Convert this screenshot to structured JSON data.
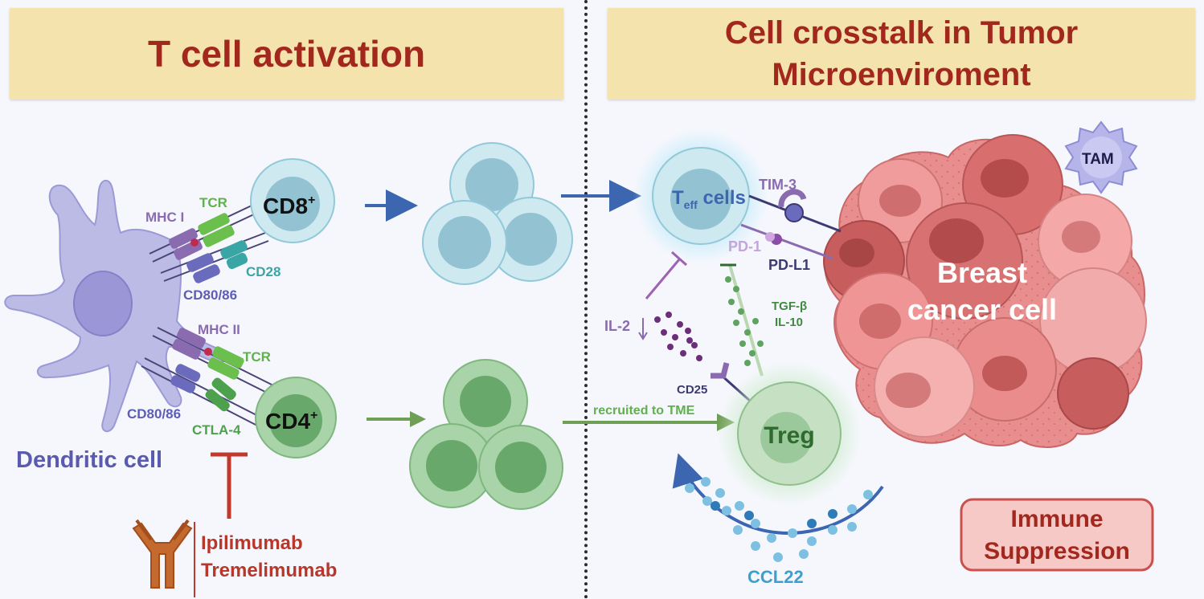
{
  "left_panel": {
    "title": "T cell activation"
  },
  "right_panel": {
    "title_line1": "Cell crosstalk in Tumor",
    "title_line2": "Microenviroment"
  },
  "dendritic": {
    "label": "Dendritic cell",
    "mhc1": "MHC I",
    "tcr1": "TCR",
    "cd28": "CD28",
    "cd80_1": "CD80/86",
    "mhc2": "MHC II",
    "tcr2": "TCR",
    "cd80_2": "CD80/86",
    "ctla4": "CTLA-4"
  },
  "cells": {
    "cd8": "CD8",
    "cd8_sup": "+",
    "cd4": "CD4",
    "cd4_sup": "+"
  },
  "drugs": {
    "drug1": "Ipilimumab",
    "drug2": "Tremelimumab"
  },
  "tme": {
    "teff_t": "T",
    "teff_sub": "eff",
    "teff_cells": " cells",
    "tim3": "TIM-3",
    "pd1": "PD-1",
    "pdl1": "PD-L1",
    "tam": "TAM",
    "breast_line1": "Breast",
    "breast_line2": "cancer cell",
    "il2": "IL-2",
    "tgf": "TGF-β",
    "il10": "IL-10",
    "cd25": "CD25",
    "recruited": "recruited to TME",
    "treg": "Treg",
    "ccl22": "CCL22",
    "immune_line1": "Immune",
    "immune_line2": "Suppression"
  },
  "colors": {
    "header_bg": "#f5e3ae",
    "header_text": "#a2281e",
    "blue_cell": "#c9e6ee",
    "green_cell": "#a9d3a9",
    "dc": "#bbbbe6",
    "tumor": "#e98e8e",
    "immune_box": "#f6c8c6"
  }
}
